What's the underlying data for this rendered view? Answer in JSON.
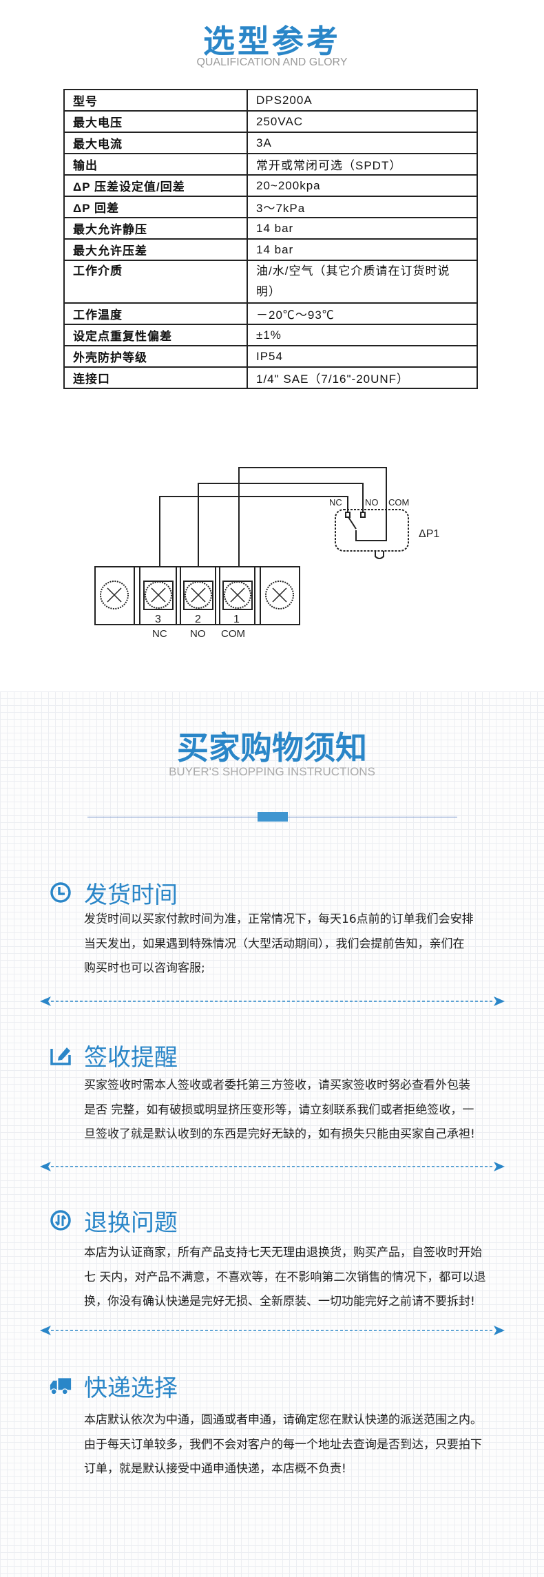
{
  "selection": {
    "title": "选型参考",
    "subtitle": "QUALIFICATION AND GLORY",
    "rows": [
      {
        "key": "型号",
        "value": "DPS200A"
      },
      {
        "key": "最大电压",
        "value": "250VAC"
      },
      {
        "key": "最大电流",
        "value": "3A"
      },
      {
        "key": "输出",
        "value": "常开或常闭可选（SPDT）"
      },
      {
        "key": "ΔP 压差设定值/回差",
        "value": "20~200kpa"
      },
      {
        "key": "ΔP 回差",
        "value": "3～7kPa"
      },
      {
        "key": "最大允许静压",
        "value": "14  bar"
      },
      {
        "key": "最大允许压差",
        "value": "14  bar"
      },
      {
        "key": "工作介质",
        "value": "油/水/空气（其它介质请在订货时说明）"
      },
      {
        "key": "工作温度",
        "value": "－20℃～93℃"
      },
      {
        "key": "设定点重复性偏差",
        "value": "±1%"
      },
      {
        "key": "外壳防护等级",
        "value": "IP54"
      },
      {
        "key": "连接口",
        "value": "1/4\" SAE（7/16\"-20UNF）"
      }
    ]
  },
  "diagram": {
    "device_labels": [
      "NC",
      "NO",
      "COM"
    ],
    "device_name": "ΔP1",
    "terminal_numbers": [
      "3",
      "2",
      "1"
    ],
    "terminal_labels": [
      "NC",
      "NO",
      "COM"
    ]
  },
  "instructions": {
    "title": "买家购物须知",
    "subtitle": "BUYER'S SHOPPING INSTRUCTIONS",
    "accent": "#2a86c8",
    "sections": [
      {
        "icon": "clock-icon",
        "title": "发货时间",
        "lines": [
          "发货时间以买家付款时间为准，正常情况下，每天16点前的订单我们会安排",
          "当天发出，如果遇到特殊情况（大型活动期间），我们会提前告知，亲们在",
          "购买时也可以咨询客服;"
        ]
      },
      {
        "icon": "edit-icon",
        "title": "签收提醒",
        "lines": [
          "买家签收时需本人签收或者委托第三方签收，请买家签收时努必查看外包装",
          "是否 完整，如有破损或明显挤压变形等，请立刻联系我们或者拒绝签收，一",
          "旦签收了就是默认收到的东西是完好无缺的，如有损失只能由买家自己承袒!"
        ]
      },
      {
        "icon": "exchange-icon",
        "title": "退换问题",
        "lines": [
          "本店为认证商家，所有产品支持七天无理由退换货，购买产品，自签收时开始",
          "七 天内，对产品不满意，不喜欢等，在不影响第二次销售的情况下，都可以退",
          "换，你没有确认快递是完好无损、全新原装、一切功能完好之前请不要拆封!"
        ]
      },
      {
        "icon": "truck-icon",
        "title": "快递选择",
        "lines": [
          "本店默认依次为中通，圆通或者申通，请确定您在默认快递的派送范围之内。",
          "由于每天订单较多，我們不会对客户的每一个地址去查询是否到达，只要拍下",
          "订单，就是默认接受中通申通快递，本店概不负责!"
        ]
      }
    ]
  }
}
